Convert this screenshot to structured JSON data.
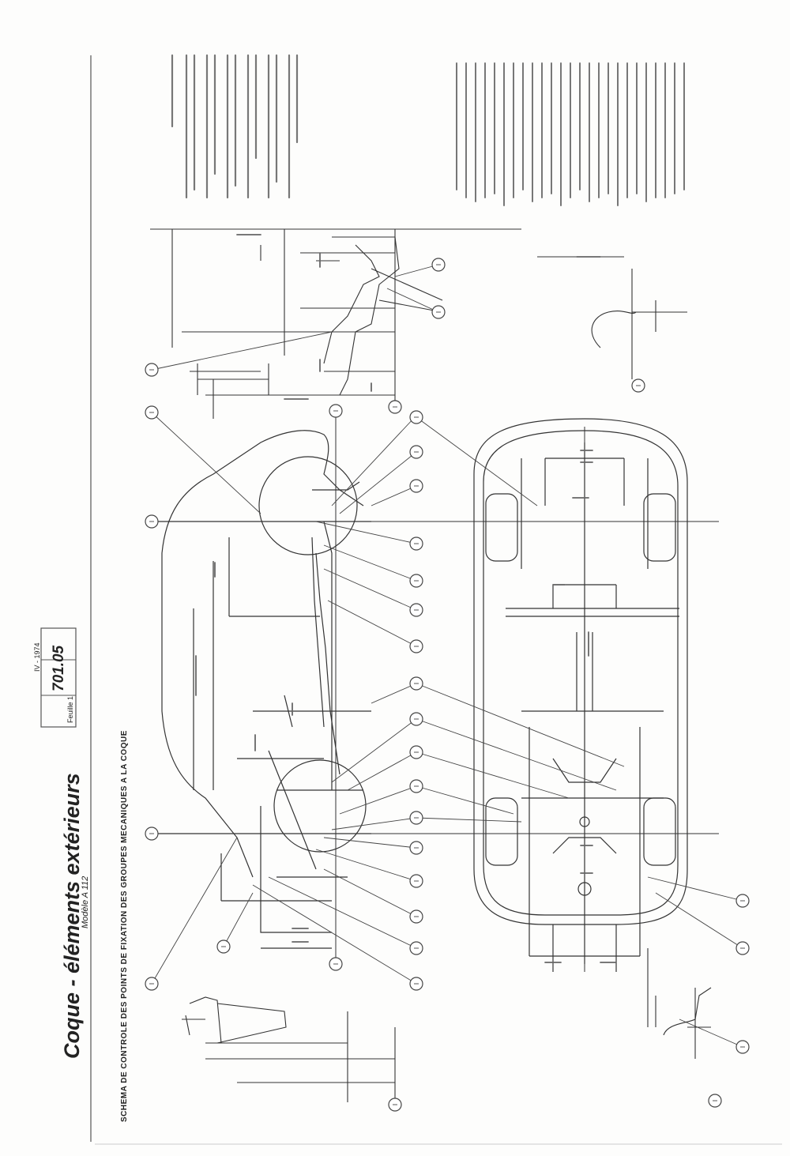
{
  "sheet": {
    "title": "Coque - éléments extérieurs",
    "model": "Modèle A 112",
    "reference_code": "701.05",
    "date": "IV - 1974",
    "sheet_label": "Feuille 1",
    "heading": "SCHEMA DE CONTROLE DES POINTS DE FIXATION DES GROUPES MECANIQUES A LA COQUE"
  }
}
